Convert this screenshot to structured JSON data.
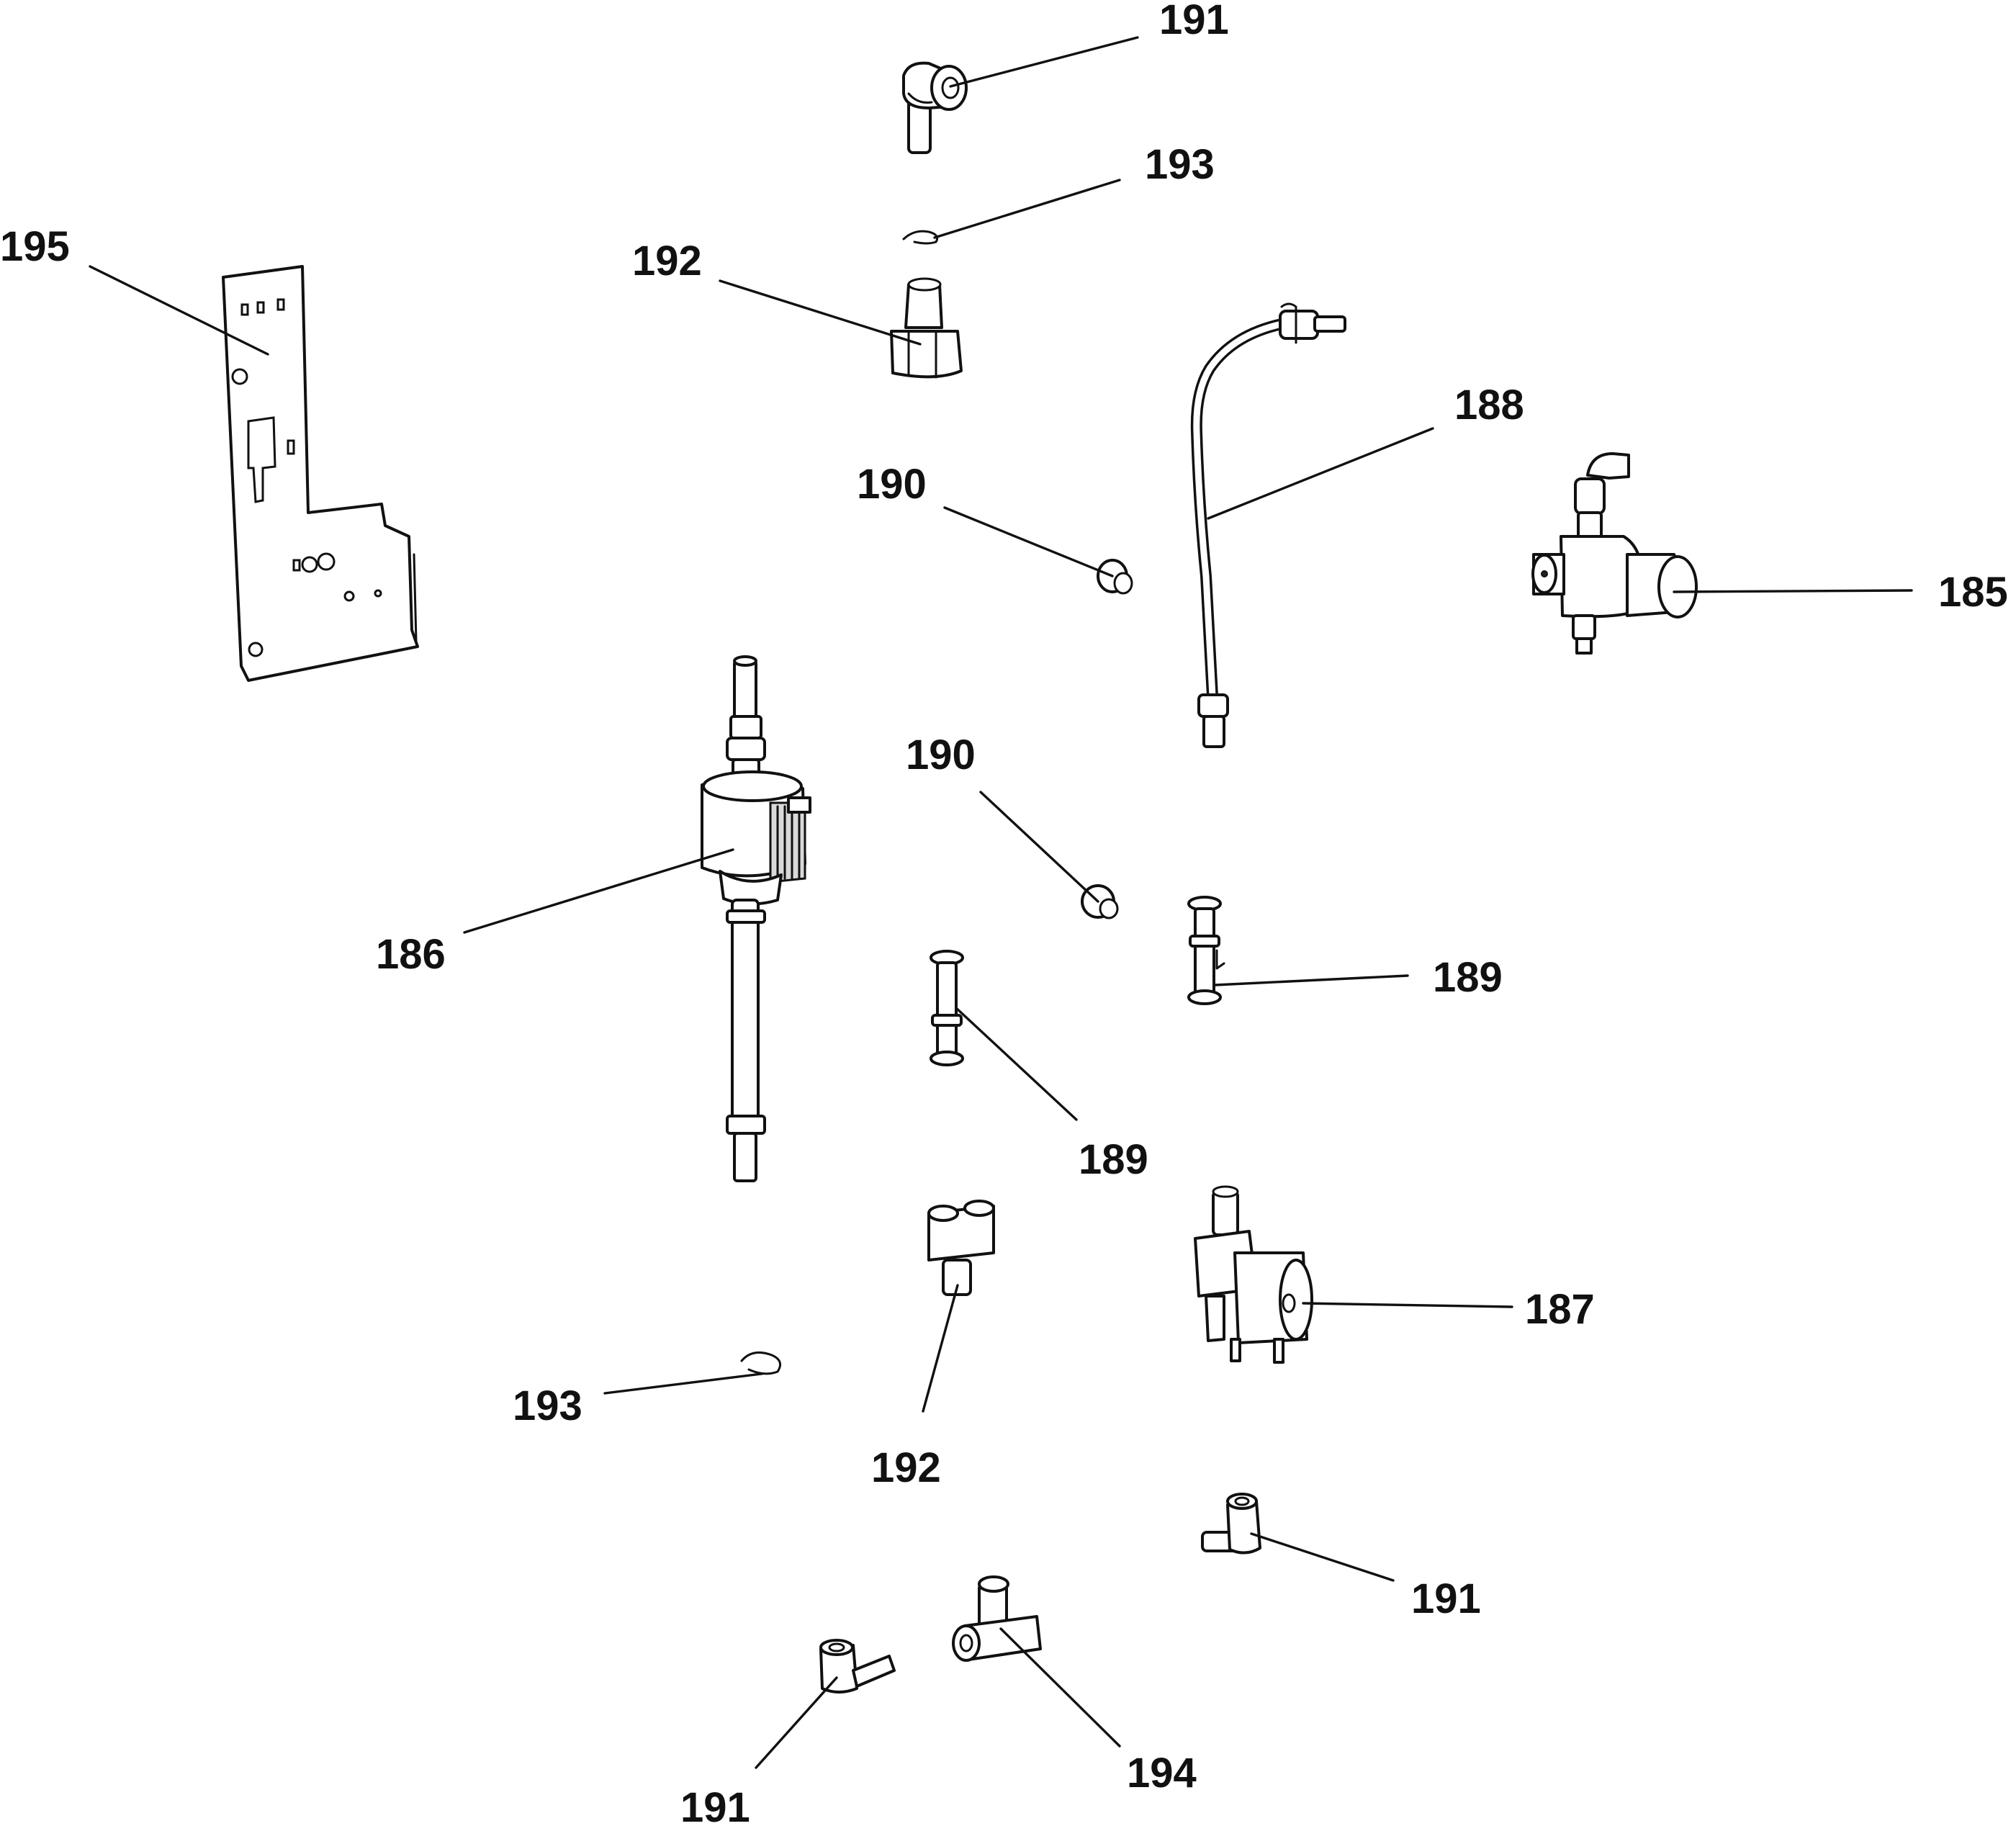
{
  "diagram": {
    "type": "exploded-parts-diagram",
    "callouts": [
      {
        "id": "c1",
        "label": "191",
        "part": "elbow-fitting"
      },
      {
        "id": "c2",
        "label": "193",
        "part": "retaining-clip"
      },
      {
        "id": "c3",
        "label": "195",
        "part": "mounting-bracket"
      },
      {
        "id": "c4",
        "label": "192",
        "part": "reducer-fitting"
      },
      {
        "id": "c5",
        "label": "188",
        "part": "water-tube"
      },
      {
        "id": "c6",
        "label": "190",
        "part": "tube-plug"
      },
      {
        "id": "c7",
        "label": "185",
        "part": "pressure-regulator"
      },
      {
        "id": "c8",
        "label": "190",
        "part": "tube-plug"
      },
      {
        "id": "c9",
        "label": "186",
        "part": "pump-assembly"
      },
      {
        "id": "c10",
        "label": "189",
        "part": "tube-connector"
      },
      {
        "id": "c11",
        "label": "189",
        "part": "tube-connector"
      },
      {
        "id": "c12",
        "label": "187",
        "part": "solenoid-valve"
      },
      {
        "id": "c13",
        "label": "193",
        "part": "retaining-clip"
      },
      {
        "id": "c14",
        "label": "192",
        "part": "reducer-fitting"
      },
      {
        "id": "c15",
        "label": "191",
        "part": "elbow-fitting"
      },
      {
        "id": "c16",
        "label": "191",
        "part": "elbow-fitting"
      },
      {
        "id": "c17",
        "label": "194",
        "part": "tee-fitting"
      }
    ]
  }
}
